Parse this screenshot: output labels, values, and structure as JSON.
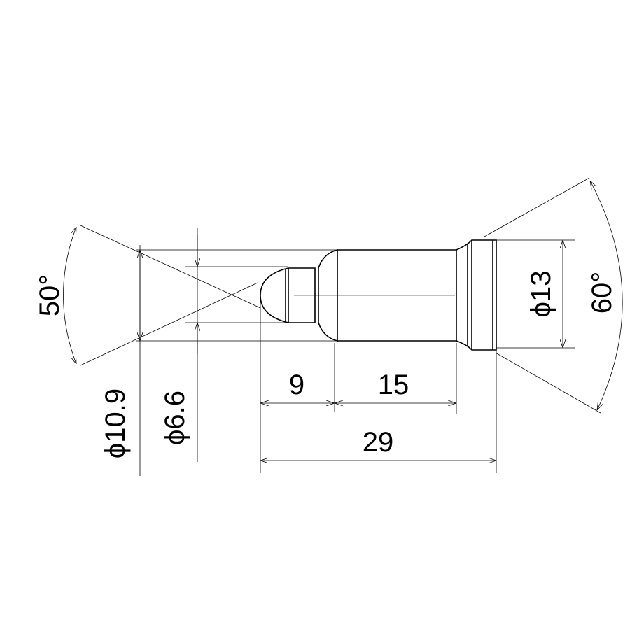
{
  "drawing": {
    "dimensions": {
      "angle_left": "50°",
      "angle_right": "60°",
      "dia_10_9": "ϕ10.9",
      "dia_6_6": "ϕ6.6",
      "dia_13": "ϕ13",
      "len_9": "9",
      "len_15": "15",
      "len_29": "29"
    }
  }
}
